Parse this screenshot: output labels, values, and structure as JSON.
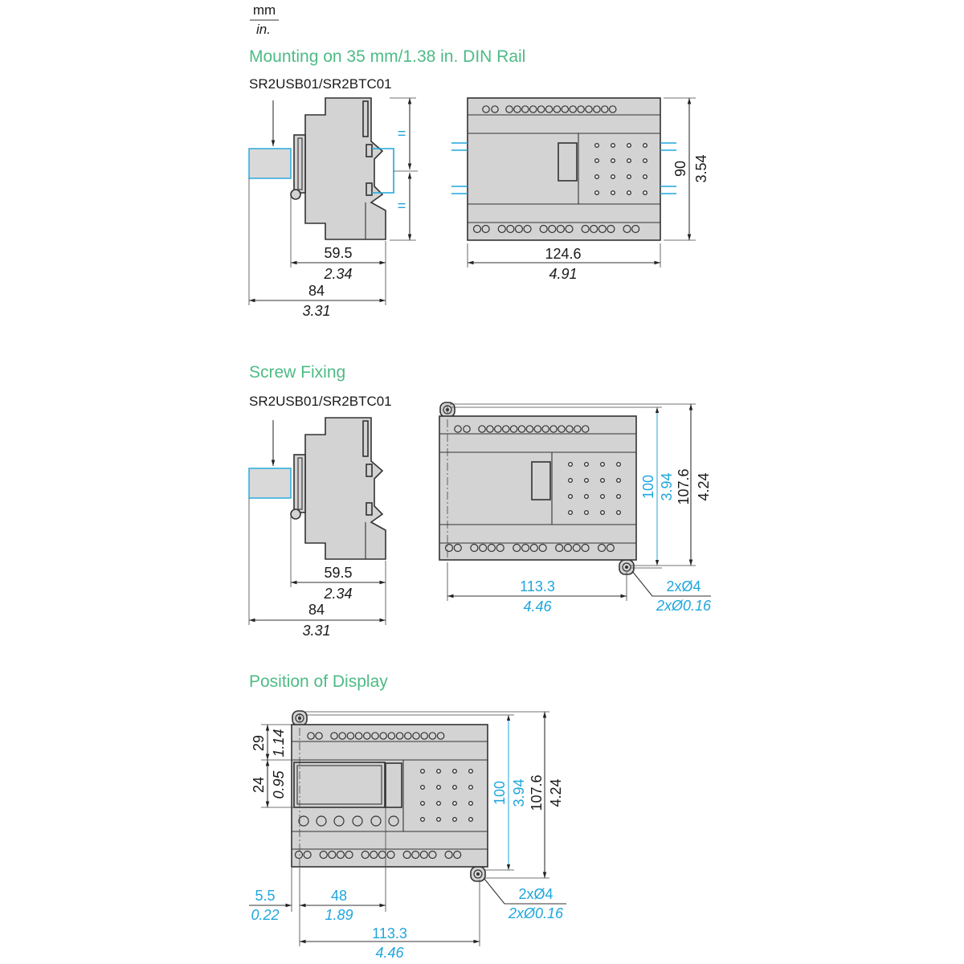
{
  "units": {
    "mm": "mm",
    "in": "in."
  },
  "colors": {
    "title": "#4dbb85",
    "dimension_blue": "#1fa6dd",
    "body": "#d3d3d3",
    "outline": "#333333"
  },
  "sections": [
    {
      "title": "Mounting on 35 mm/1.38 in. DIN Rail",
      "model": "SR2USB01/SR2BTC01",
      "dims": {
        "depth_mm": "59.5",
        "depth_in": "2.34",
        "total_mm": "84",
        "total_in": "3.31",
        "width_mm": "124.6",
        "width_in": "4.91",
        "height_mm": "90",
        "height_in": "3.54",
        "equal_mark": "="
      }
    },
    {
      "title": "Screw Fixing",
      "model": "SR2USB01/SR2BTC01",
      "dims": {
        "depth_mm": "59.5",
        "depth_in": "2.34",
        "total_mm": "84",
        "total_in": "3.31",
        "hole_spacing_w_mm": "113.3",
        "hole_spacing_w_in": "4.46",
        "hole_spacing_h_mm": "100",
        "hole_spacing_h_in": "3.94",
        "overall_h_mm": "107.6",
        "overall_h_in": "4.24",
        "hole_mm": "2xØ4",
        "hole_in": "2xØ0.16"
      }
    },
    {
      "title": "Position of Display",
      "dims": {
        "top_mm": "29",
        "top_in": "1.14",
        "display_h_mm": "24",
        "display_h_in": "0.95",
        "offset_mm": "5.5",
        "offset_in": "0.22",
        "display_w_mm": "48",
        "display_w_in": "1.89",
        "hole_spacing_w_mm": "113.3",
        "hole_spacing_w_in": "4.46",
        "hole_spacing_h_mm": "100",
        "hole_spacing_h_in": "3.94",
        "overall_h_mm": "107.6",
        "overall_h_in": "4.24",
        "hole_mm": "2xØ4",
        "hole_in": "2xØ0.16"
      }
    }
  ]
}
